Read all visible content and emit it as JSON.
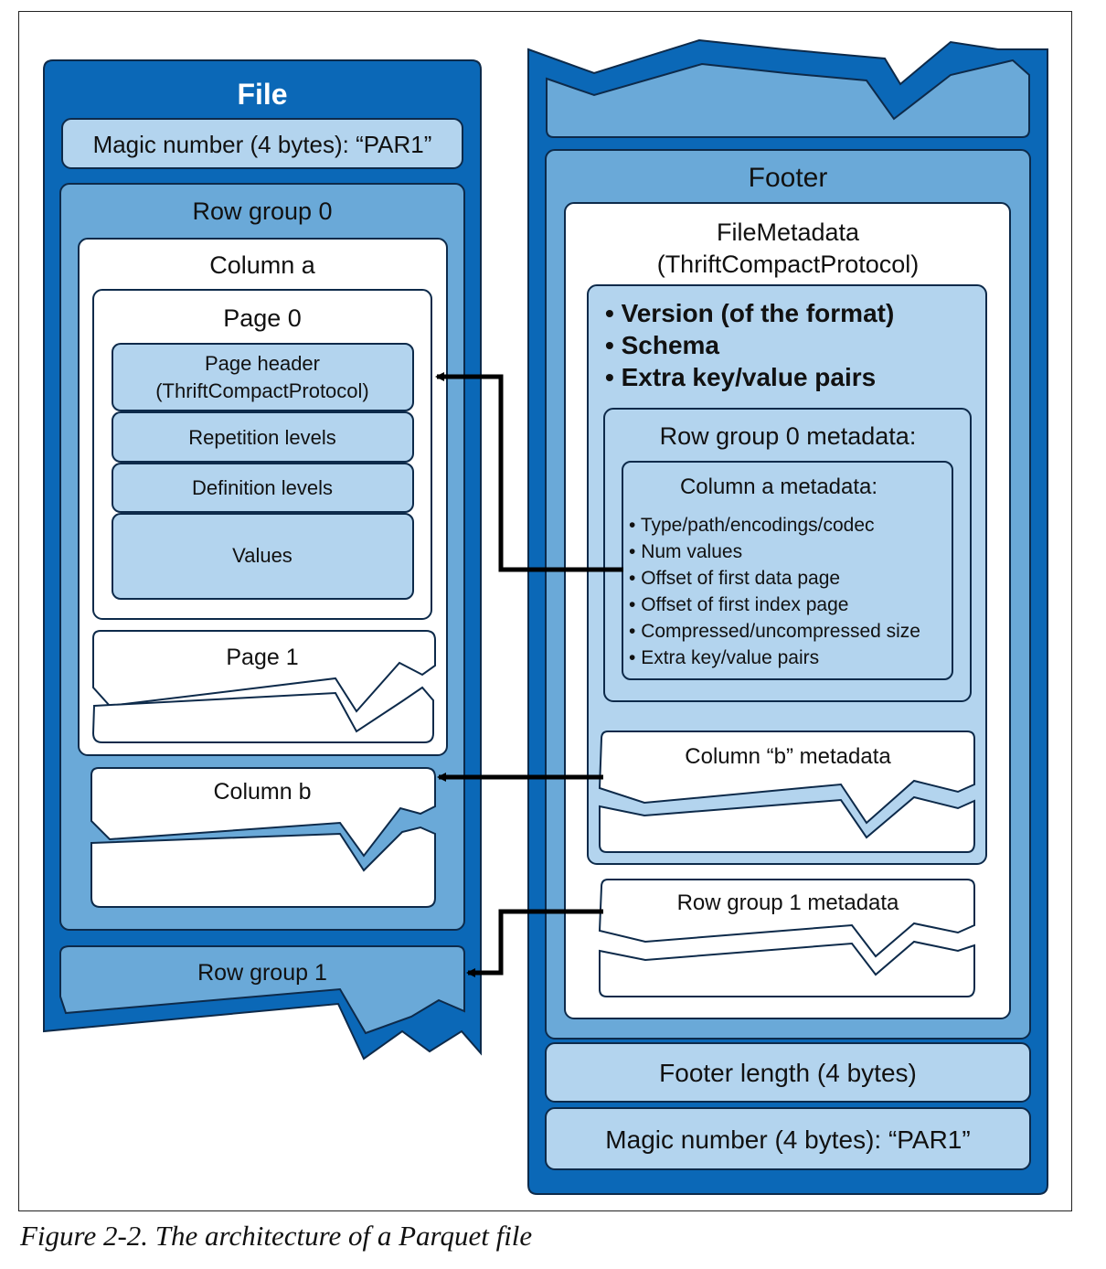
{
  "file": {
    "title": "File",
    "magic": "Magic number (4 bytes): “PAR1”",
    "row_group_0": {
      "title": "Row group 0",
      "column_a": {
        "title": "Column a",
        "page_0": {
          "title": "Page 0",
          "header_line1": "Page header",
          "header_line2": "(ThriftCompactProtocol)",
          "repetition": "Repetition levels",
          "definition": "Definition levels",
          "values": "Values"
        },
        "page_1": "Page 1"
      },
      "column_b": "Column b"
    },
    "row_group_1": "Row group 1"
  },
  "footer": {
    "title": "Footer",
    "file_metadata_line1": "FileMetadata",
    "file_metadata_line2": "(ThriftCompactProtocol)",
    "bullets": [
      "Version (of the format)",
      "Schema",
      "Extra key/value pairs"
    ],
    "row_group_0_metadata": {
      "title": "Row group 0 metadata:",
      "column_a_metadata": {
        "title": "Column a metadata:",
        "items": [
          "Type/path/encodings/codec",
          "Num values",
          "Offset of first data page",
          "Offset of first index page",
          "Compressed/uncompressed size",
          "Extra key/value pairs"
        ]
      },
      "column_b_metadata": "Column “b” metadata"
    },
    "row_group_1_metadata": "Row group 1 metadata",
    "footer_length": "Footer length (4 bytes)",
    "magic": "Magic number (4 bytes): “PAR1”"
  },
  "caption": "Figure 2-2. The architecture of a Parquet file",
  "colors": {
    "dark_blue": "#0b68b7",
    "mid_blue": "#6aa9d8",
    "light_blue": "#b3d4ee",
    "outline": "#0d2a4a",
    "arrow": "#000000"
  }
}
